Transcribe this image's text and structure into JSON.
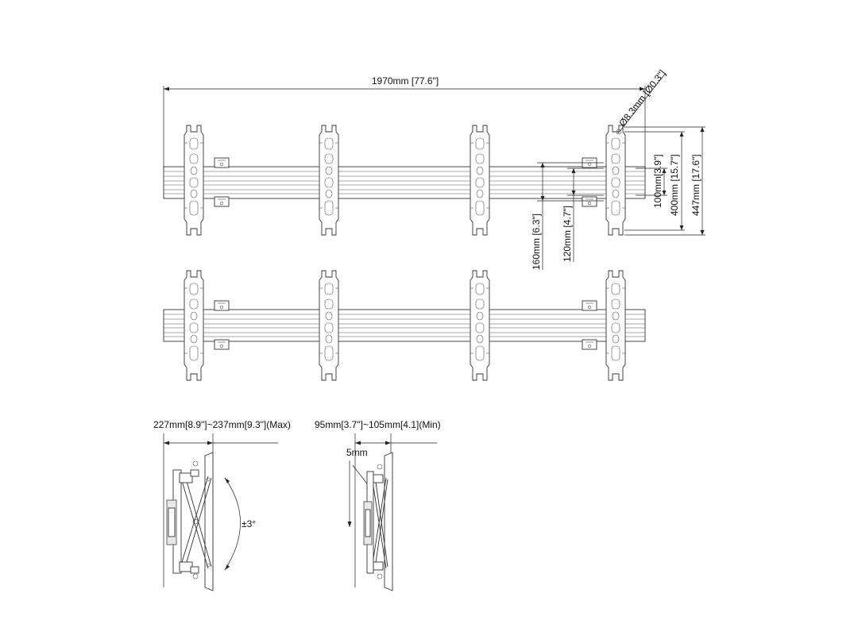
{
  "dimensions": {
    "total_width": "1970mm [77.6\"]",
    "hole_diameter": "Ø8.3mm [Ø0.3\"]",
    "bracket_100": "100mm[3.9\"]",
    "bracket_400": "400mm [15.7\"]",
    "bracket_447": "447mm [17.6\"]",
    "rail_160": "160mm [6.3\"]",
    "rail_120": "120mm [4.7\"]",
    "depth_max": "227mm[8.9\"]~237mm[9.3\"](Max)",
    "depth_min": "95mm[3.7\"]~105mm[4.1](Min)",
    "offset_5": "5mm",
    "tilt": "±3°"
  }
}
